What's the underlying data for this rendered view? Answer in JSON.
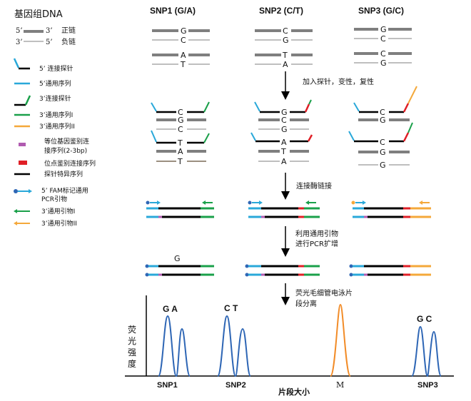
{
  "legend": {
    "title": "基因组DNA",
    "pos_strand_left": "5’",
    "pos_strand_right": "3’",
    "pos_strand_label": "正链",
    "neg_strand_left": "3’",
    "neg_strand_right": "5’",
    "neg_strand_label": "负链",
    "items": [
      {
        "label": "5’ 连接探针"
      },
      {
        "label": "5’通用序列"
      },
      {
        "label": "3’连接探针"
      },
      {
        "label": "3’通用序列I"
      },
      {
        "label": "3’通用序列II"
      },
      {
        "label": "等位基因鉴别连",
        "label2": "接序列(2-3bp)"
      },
      {
        "label": "位点鉴别连接序列"
      },
      {
        "label": "探针特异序列"
      },
      {
        "label": "5’ FAM标记通用",
        "label2": "PCR引物"
      },
      {
        "label": "3’通用引物I"
      },
      {
        "label": "3’通用引物II"
      }
    ]
  },
  "snps": [
    {
      "label": "SNP1 (G/A)",
      "top_bases": [
        "G",
        "C",
        "A",
        "T"
      ],
      "probe_bases": [
        "C",
        "G",
        "C",
        "T",
        "A",
        "T"
      ]
    },
    {
      "label": "SNP2 (C/T)",
      "top_bases": [
        "C",
        "G",
        "T",
        "A"
      ],
      "probe_bases": [
        "G",
        "C",
        "G",
        "A",
        "T",
        "A"
      ]
    },
    {
      "label": "SNP3 (G/C)",
      "top_bases": [
        "G",
        "C",
        "C",
        "G"
      ],
      "probe_bases": [
        "C",
        "G",
        "C",
        "G"
      ]
    }
  ],
  "steps": {
    "step1": "加入探针，变性，复性",
    "step2": "连接酶链接",
    "step3_line1": "利用通用引物",
    "step3_line2": "进行PCR扩增",
    "step4_line1": "荧光毛细管电泳片",
    "step4_line2": "段分离"
  },
  "pcr_label": "G",
  "chart": {
    "ylabel_chars": [
      "荧",
      "光",
      "强",
      "度"
    ],
    "xlabel": "片段大小",
    "peak_labels": {
      "snp1": "G A",
      "snp2": "C  T",
      "snp3": "G C"
    },
    "x_ticks": [
      "SNP1",
      "SNP2",
      "M",
      "SNP3"
    ]
  },
  "colors": {
    "gray": "#7f7f7f",
    "probe_black": "#000000",
    "universal_5": "#29a8d9",
    "universal_3_I": "#1aa04a",
    "universal_3_II": "#f4a83a",
    "allele": "#b05bb0",
    "locus": "#e01f26",
    "peak_blue": "#2e66b5",
    "marker_orange": "#f28c28"
  }
}
